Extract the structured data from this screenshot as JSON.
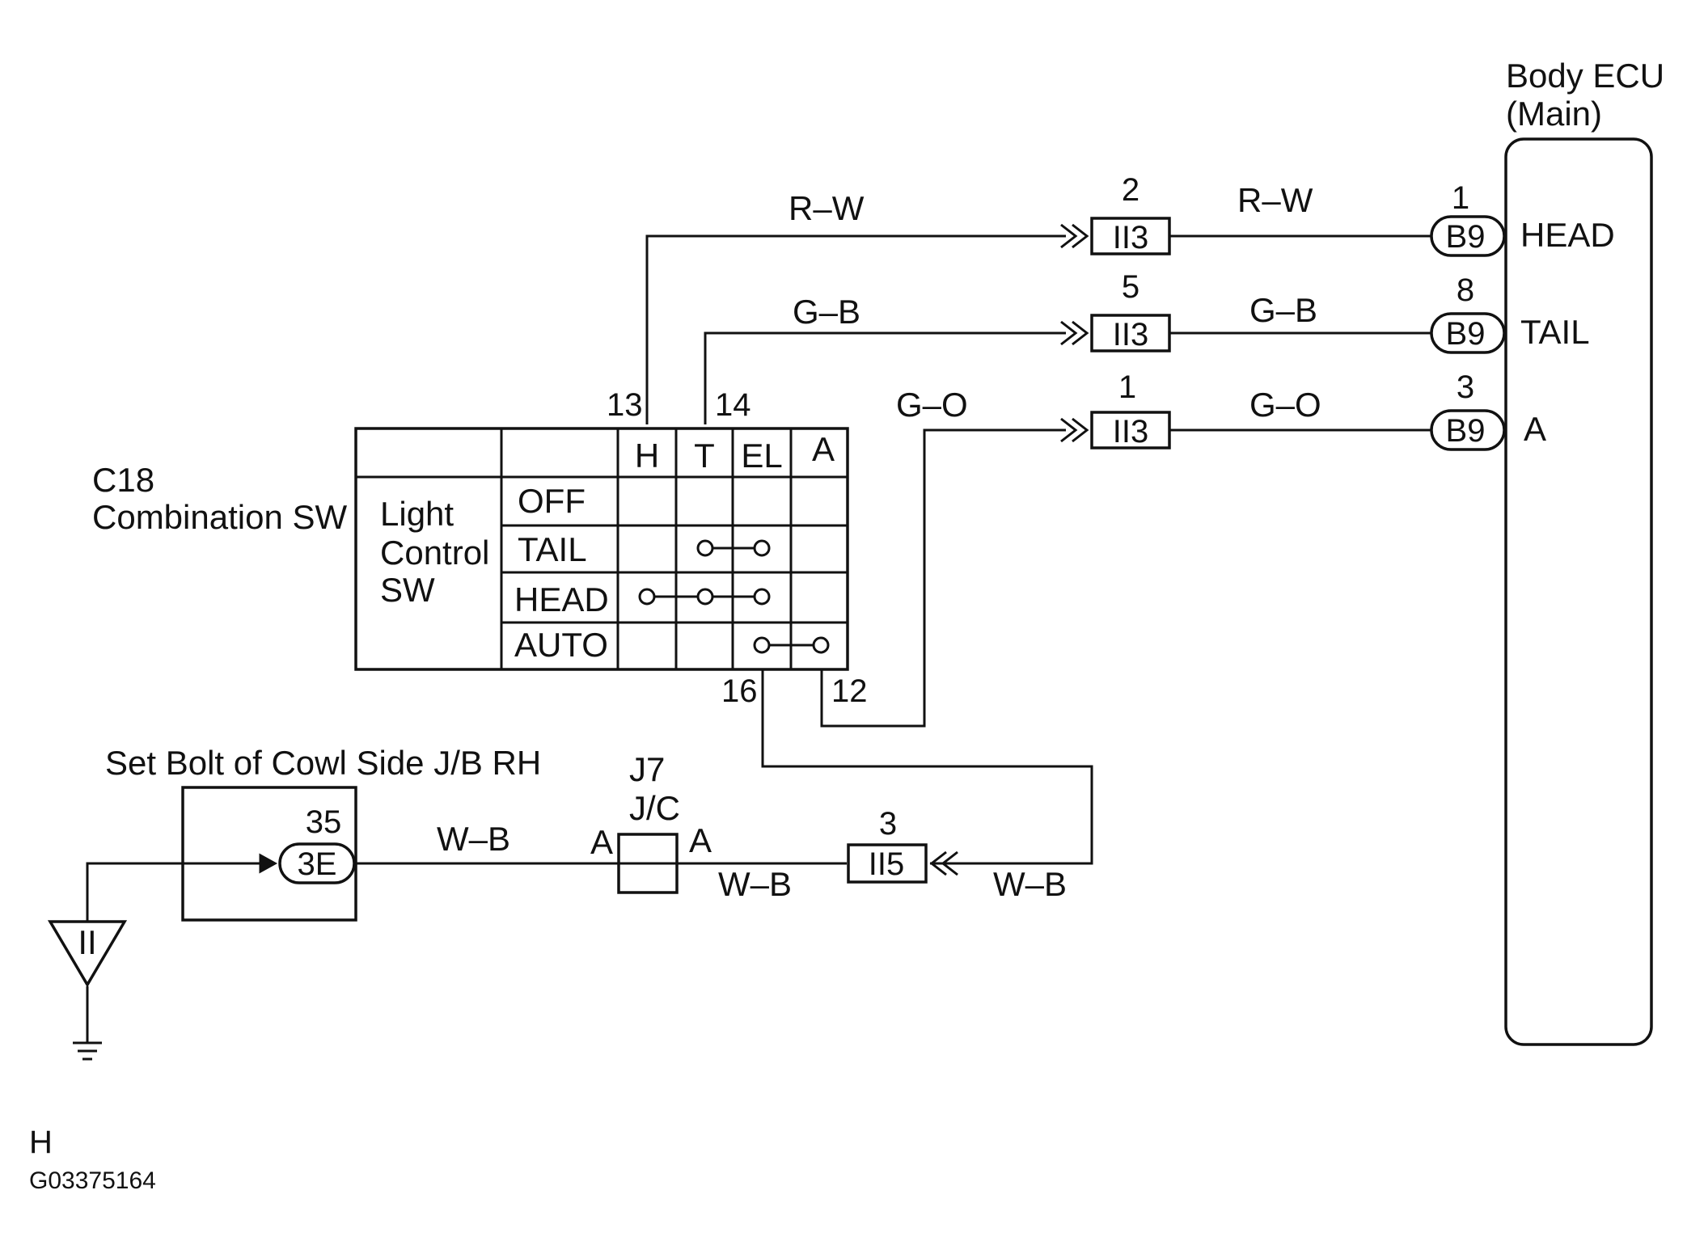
{
  "ecu": {
    "title_line1": "Body ECU",
    "title_line2": "(Main)",
    "pin_head": "HEAD",
    "pin_tail": "TAIL",
    "pin_a": "A"
  },
  "switch": {
    "id": "C18",
    "name": "Combination SW",
    "group_line1": "Light",
    "group_line2": "Control",
    "group_line3": "SW",
    "col_headers": [
      "H",
      "T",
      "EL",
      "A"
    ],
    "rows": [
      "OFF",
      "TAIL",
      "HEAD",
      "AUTO"
    ],
    "pin_13": "13",
    "pin_14": "14",
    "pin_16": "16",
    "pin_12": "12"
  },
  "wires": {
    "rw_left": "R–W",
    "rw_right": "R–W",
    "gb_left": "G–B",
    "gb_right": "G–B",
    "go_left": "G–O",
    "go_right": "G–O",
    "wb_1": "W–B",
    "wb_2": "W–B",
    "wb_3": "W–B"
  },
  "connectors": {
    "ii3_top_pin": "2",
    "ii3_top_label": "II3",
    "ii3_mid_pin": "5",
    "ii3_mid_label": "II3",
    "ii3_bot_pin": "1",
    "ii3_bot_label": "II3",
    "b9_head_pin": "1",
    "b9_head_label": "B9",
    "b9_tail_pin": "8",
    "b9_tail_label": "B9",
    "b9_a_pin": "3",
    "b9_a_label": "B9",
    "ii5_pin": "3",
    "ii5_label": "II5",
    "e3_pin": "35",
    "e3_label": "3E"
  },
  "junction": {
    "id": "J7",
    "name": "J/C",
    "pin_left": "A",
    "pin_right": "A"
  },
  "ground": {
    "location": "Set Bolt of Cowl Side J/B RH",
    "symbol_label": "II"
  },
  "footer": {
    "letter": "H",
    "code": "G03375164"
  }
}
